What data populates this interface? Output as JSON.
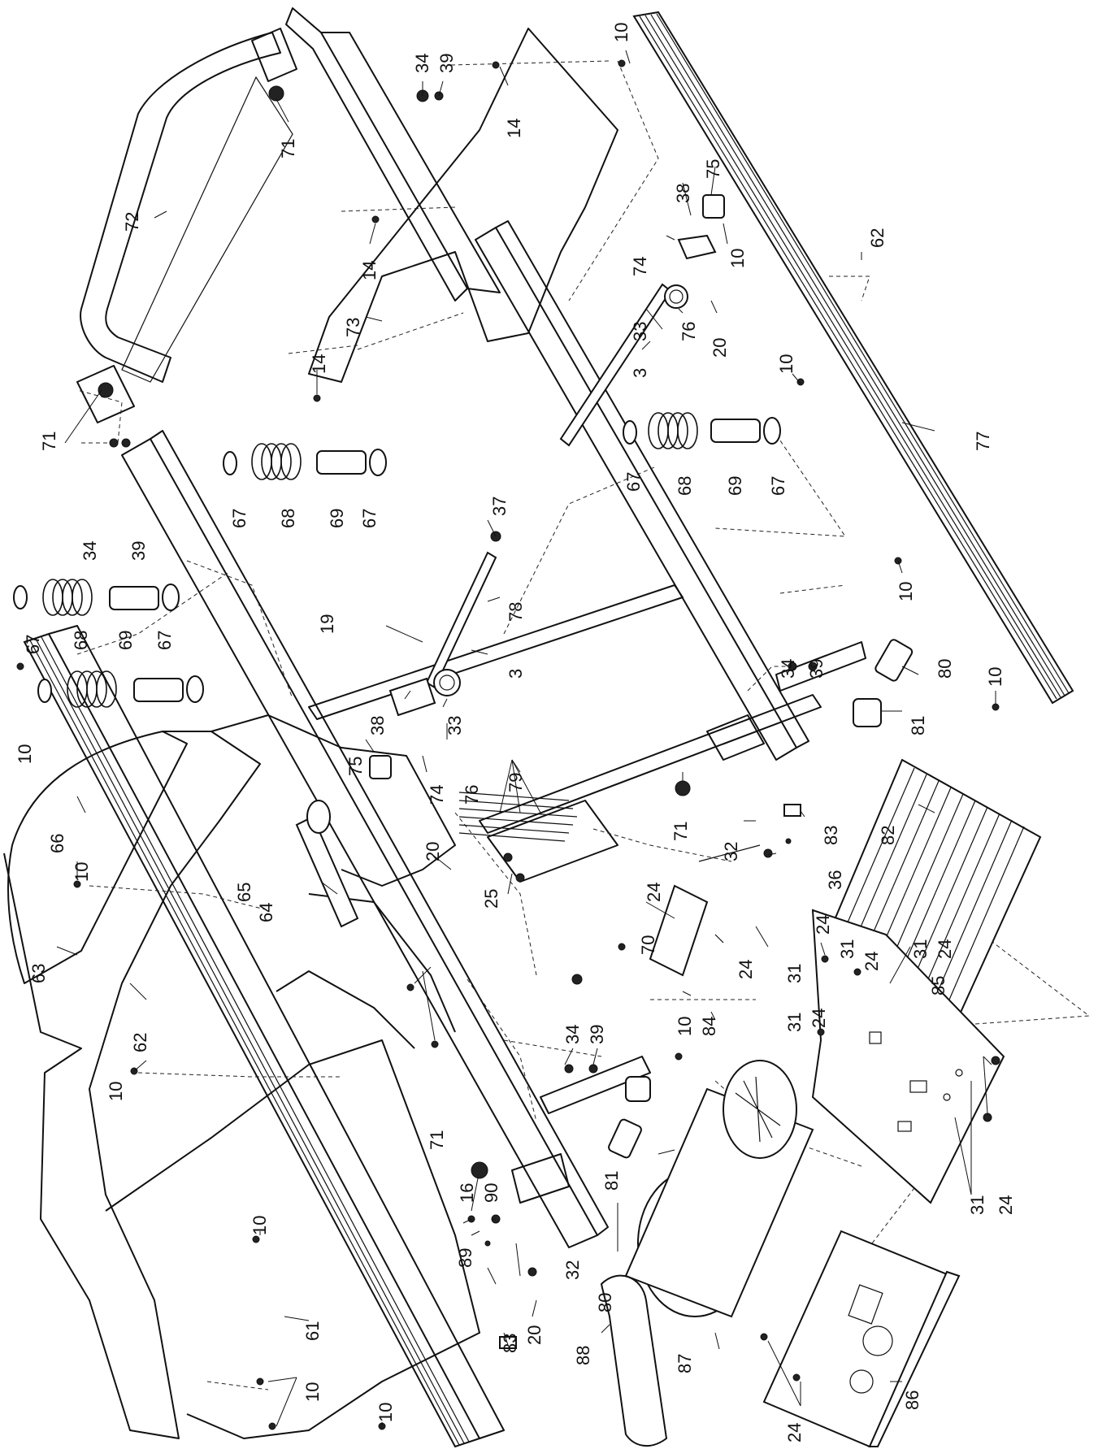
{
  "diagram": {
    "callouts": [
      {
        "id": "c1",
        "label": "10"
      },
      {
        "id": "c2",
        "label": "34"
      },
      {
        "id": "c3",
        "label": "39"
      },
      {
        "id": "c4",
        "label": "14"
      },
      {
        "id": "c5",
        "label": "71"
      },
      {
        "id": "c6",
        "label": "72"
      },
      {
        "id": "c7",
        "label": "75"
      },
      {
        "id": "c8",
        "label": "38"
      },
      {
        "id": "c9",
        "label": "10"
      },
      {
        "id": "c10",
        "label": "74"
      },
      {
        "id": "c11",
        "label": "62"
      },
      {
        "id": "c12",
        "label": "14"
      },
      {
        "id": "c13",
        "label": "73"
      },
      {
        "id": "c14",
        "label": "33"
      },
      {
        "id": "c15",
        "label": "76"
      },
      {
        "id": "c16",
        "label": "20"
      },
      {
        "id": "c17",
        "label": "3"
      },
      {
        "id": "c18",
        "label": "14"
      },
      {
        "id": "c19",
        "label": "10"
      },
      {
        "id": "c20",
        "label": "77"
      },
      {
        "id": "c21",
        "label": "71"
      },
      {
        "id": "c22",
        "label": "67"
      },
      {
        "id": "c23",
        "label": "68"
      },
      {
        "id": "c24",
        "label": "69"
      },
      {
        "id": "c25",
        "label": "67"
      },
      {
        "id": "c26",
        "label": "67"
      },
      {
        "id": "c27",
        "label": "68"
      },
      {
        "id": "c28",
        "label": "69"
      },
      {
        "id": "c29",
        "label": "67"
      },
      {
        "id": "c30",
        "label": "34"
      },
      {
        "id": "c31",
        "label": "39"
      },
      {
        "id": "c32",
        "label": "37"
      },
      {
        "id": "c33",
        "label": "10"
      },
      {
        "id": "c34",
        "label": "67"
      },
      {
        "id": "c35",
        "label": "68"
      },
      {
        "id": "c36",
        "label": "69"
      },
      {
        "id": "c37",
        "label": "67"
      },
      {
        "id": "c38",
        "label": "78"
      },
      {
        "id": "c39",
        "label": "19"
      },
      {
        "id": "c40",
        "label": "3"
      },
      {
        "id": "c41",
        "label": "34"
      },
      {
        "id": "c42",
        "label": "39"
      },
      {
        "id": "c43",
        "label": "80"
      },
      {
        "id": "c44",
        "label": "38"
      },
      {
        "id": "c45",
        "label": "33"
      },
      {
        "id": "c46",
        "label": "10"
      },
      {
        "id": "c47",
        "label": "81"
      },
      {
        "id": "c48",
        "label": "75"
      },
      {
        "id": "c49",
        "label": "76"
      },
      {
        "id": "c50",
        "label": "74"
      },
      {
        "id": "c51",
        "label": "79"
      },
      {
        "id": "c52",
        "label": "10"
      },
      {
        "id": "c53",
        "label": "66"
      },
      {
        "id": "c54",
        "label": "71"
      },
      {
        "id": "c55",
        "label": "82"
      },
      {
        "id": "c56",
        "label": "83"
      },
      {
        "id": "c57",
        "label": "20"
      },
      {
        "id": "c58",
        "label": "32"
      },
      {
        "id": "c59",
        "label": "36"
      },
      {
        "id": "c60",
        "label": "10"
      },
      {
        "id": "c61",
        "label": "65"
      },
      {
        "id": "c62",
        "label": "25"
      },
      {
        "id": "c63",
        "label": "24"
      },
      {
        "id": "c64",
        "label": "64"
      },
      {
        "id": "c65",
        "label": "24"
      },
      {
        "id": "c66",
        "label": "31"
      },
      {
        "id": "c67",
        "label": "24"
      },
      {
        "id": "c68",
        "label": "31"
      },
      {
        "id": "c69",
        "label": "24"
      },
      {
        "id": "c70",
        "label": "70"
      },
      {
        "id": "c71",
        "label": "63"
      },
      {
        "id": "c72",
        "label": "24"
      },
      {
        "id": "c73",
        "label": "31"
      },
      {
        "id": "c74",
        "label": "24"
      },
      {
        "id": "c75",
        "label": "85"
      },
      {
        "id": "c76",
        "label": "10"
      },
      {
        "id": "c77",
        "label": "84"
      },
      {
        "id": "c78",
        "label": "31"
      },
      {
        "id": "c79",
        "label": "62"
      },
      {
        "id": "c80",
        "label": "34"
      },
      {
        "id": "c81",
        "label": "39"
      },
      {
        "id": "c82",
        "label": "10"
      },
      {
        "id": "c83",
        "label": "71"
      },
      {
        "id": "c84",
        "label": "16"
      },
      {
        "id": "c85",
        "label": "90"
      },
      {
        "id": "c86",
        "label": "81"
      },
      {
        "id": "c87",
        "label": "31"
      },
      {
        "id": "c88",
        "label": "24"
      },
      {
        "id": "c89",
        "label": "10"
      },
      {
        "id": "c90",
        "label": "89"
      },
      {
        "id": "c91",
        "label": "32"
      },
      {
        "id": "c92",
        "label": "80"
      },
      {
        "id": "c93",
        "label": "61"
      },
      {
        "id": "c94",
        "label": "83"
      },
      {
        "id": "c95",
        "label": "20"
      },
      {
        "id": "c96",
        "label": "87"
      },
      {
        "id": "c97",
        "label": "88"
      },
      {
        "id": "c98",
        "label": "10"
      },
      {
        "id": "c99",
        "label": "10"
      },
      {
        "id": "c100",
        "label": "86"
      },
      {
        "id": "c101",
        "label": "24"
      }
    ]
  }
}
